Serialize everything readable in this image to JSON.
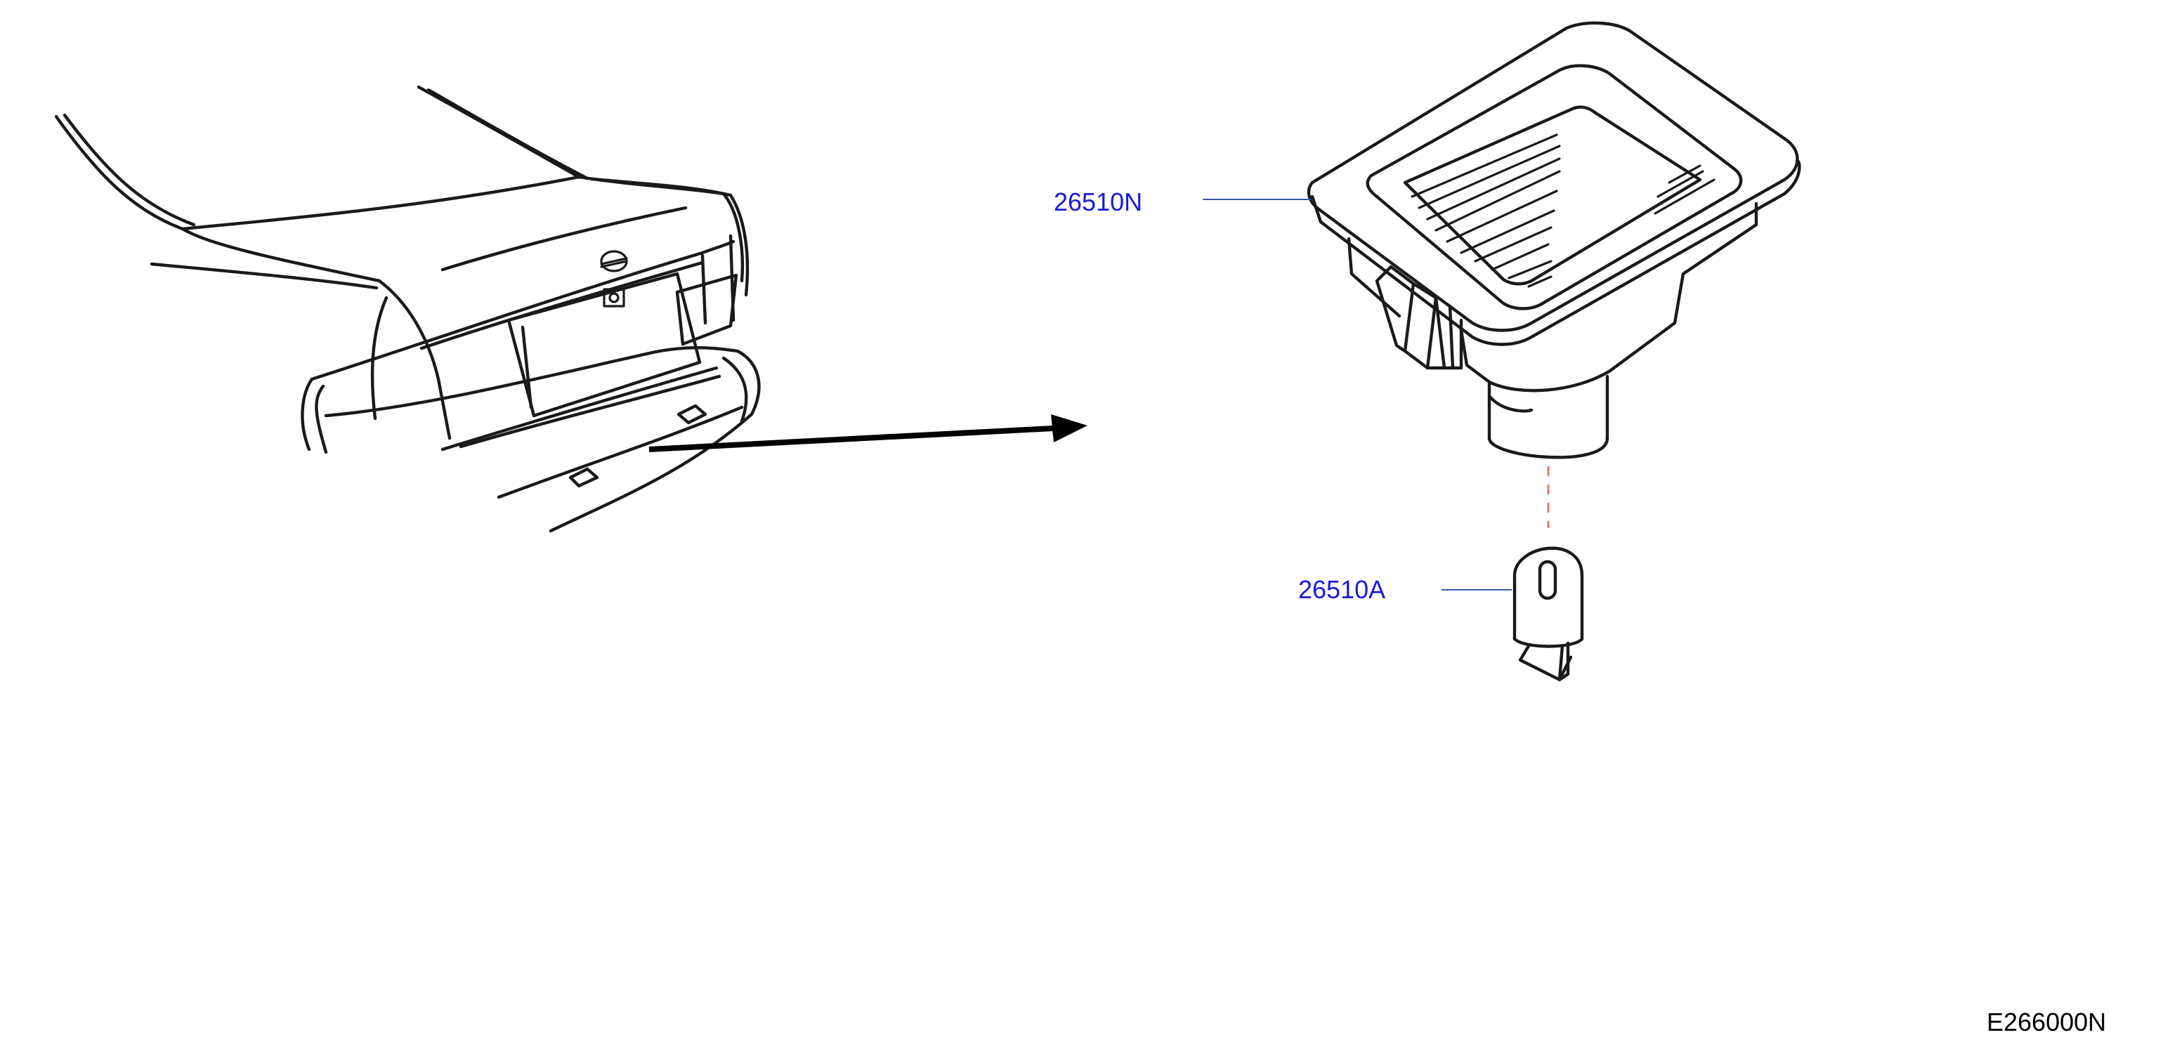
{
  "diagram": {
    "callouts": [
      {
        "id": "housing",
        "part_number": "26510N"
      },
      {
        "id": "bulb",
        "part_number": "26510A"
      }
    ],
    "figure_code": "E266000N",
    "colors": {
      "line_art": "#1a1a1a",
      "callout_text": "#1a1adc",
      "leader_line": "#3a5aa8",
      "bulb_dashed_line": "#e07a6a",
      "figure_code_text": "#000000"
    }
  }
}
